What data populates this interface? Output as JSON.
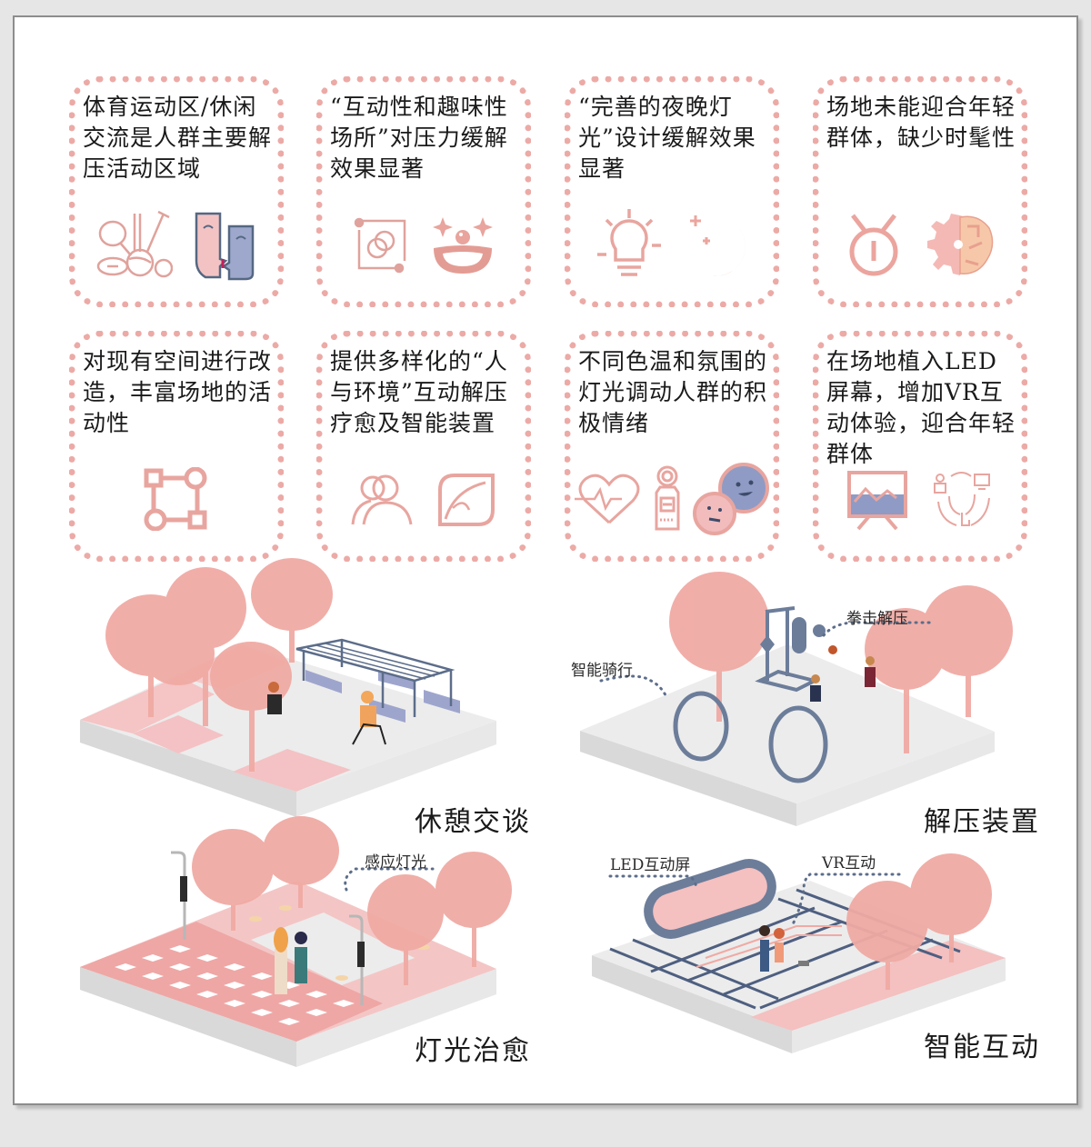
{
  "colors": {
    "background": "#e6e6e6",
    "panel": "#ffffff",
    "dot_border": "#ecaaa6",
    "icon_pink": "#e8a59f",
    "icon_blue": "#8f9bc4",
    "slate": "#5c6d8a",
    "tree_pink": "#f0aaa4",
    "ground_gray": "#eeeeee",
    "ground_pink": "#f6c5c4",
    "text": "#1a1a1a"
  },
  "cards": [
    {
      "text": "体育运动区/休闲交流是人群主要解压活动区域",
      "icons": [
        "sports-equipment-icon",
        "dialogue-masks-icon"
      ]
    },
    {
      "text": "“互动性和趣味性场所”对压力缓解效果显著",
      "icons": [
        "interactive-frame-icon",
        "clown-face-icon"
      ]
    },
    {
      "text": "“完善的夜晚灯光”设计缓解效果显著",
      "icons": [
        "light-bulb-icon",
        "moon-stars-icon"
      ]
    },
    {
      "text": "场地未能迎合年轻群体，缺少时髦性",
      "icons": [
        "power-button-icon",
        "brain-gear-icon"
      ]
    },
    {
      "text": "对现有空间进行改造，丰富场地的活动性",
      "icons": [
        "node-network-icon"
      ]
    },
    {
      "text": "提供多样化的“人与环境”互动解压疗愈及智能装置",
      "icons": [
        "people-icon",
        "leaf-icon"
      ]
    },
    {
      "text": "不同色温和氛围的灯光调动人群的积极情绪",
      "icons": [
        "heartbeat-icon",
        "light-meter-icon",
        "smiley-faces-icon"
      ]
    },
    {
      "text": "在场地植入LED屏幕，增加VR互动体验，迎合年轻群体",
      "icons": [
        "screen-chart-icon",
        "vr-interaction-icon"
      ]
    }
  ],
  "scenes": [
    {
      "title": "休憩交谈",
      "callouts": []
    },
    {
      "title": "解压装置",
      "callouts": [
        "拳击解压",
        "智能骑行"
      ]
    },
    {
      "title": "灯光治愈",
      "callouts": [
        "感应灯光"
      ]
    },
    {
      "title": "智能互动",
      "callouts": [
        "LED互动屏",
        "VR互动"
      ]
    }
  ]
}
